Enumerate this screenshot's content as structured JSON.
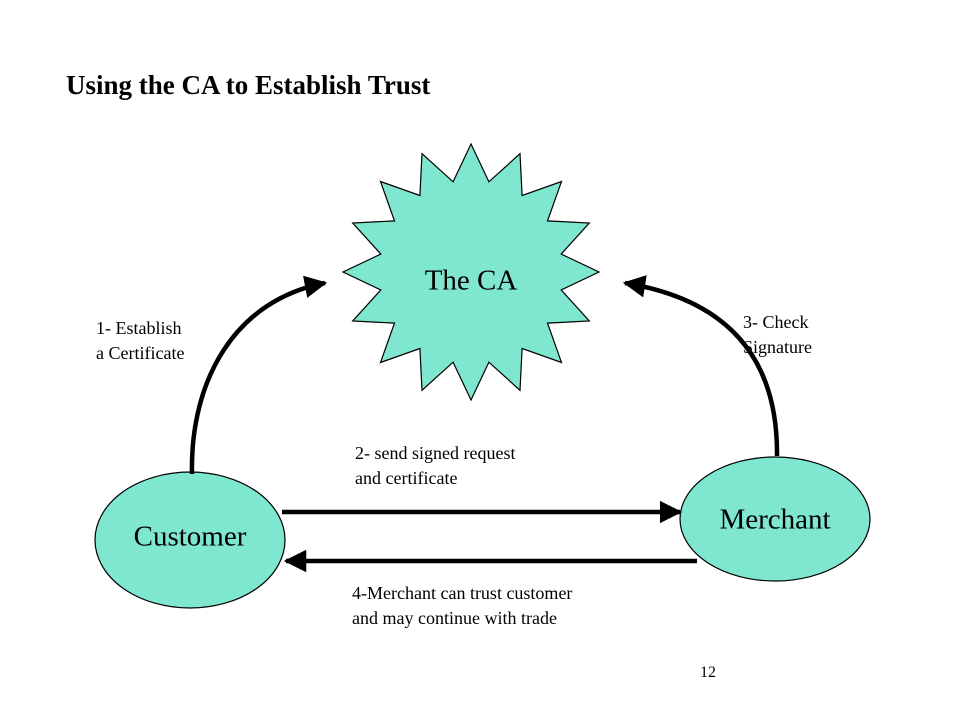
{
  "title": "Using the CA to Establish Trust",
  "nodes": {
    "ca": "The CA",
    "customer": "Customer",
    "merchant": "Merchant"
  },
  "steps": {
    "step1": [
      "1- Establish",
      "a Certificate"
    ],
    "step2": [
      "2- send signed request",
      "and certificate"
    ],
    "step3": [
      "3- Check",
      "Signature"
    ],
    "step4": [
      "4-Merchant can trust customer",
      "and may continue with trade"
    ]
  },
  "page_number": "12",
  "colors": {
    "node_fill": "#7fe6cf",
    "outline": "#000000"
  }
}
